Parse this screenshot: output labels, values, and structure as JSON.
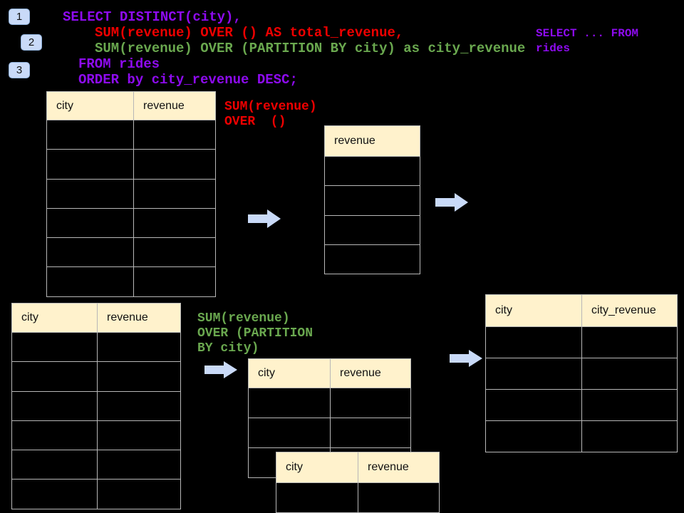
{
  "colors": {
    "canvas_bg": "#000000",
    "purple": "#8E0BF0",
    "red": "#EE0000",
    "green": "#6AA84F",
    "header_bg": "#FFF2CC",
    "line": "#B7B7B7",
    "arrow_fill": "#C9DAF8",
    "badge_bg": "#C9DAF8",
    "badge_border": "#8FB0DA",
    "text_dark": "#111111"
  },
  "steps": [
    {
      "label": "1"
    },
    {
      "label": "2"
    },
    {
      "label": "3"
    }
  ],
  "sql": {
    "line1": "SELECT DISTINCT(city),",
    "line2": "SUM(revenue) OVER () AS total_revenue,",
    "line3": "SUM(revenue) OVER (PARTITION BY city) as city_revenue",
    "line4": "FROM rides",
    "line5": "ORDER by city_revenue DESC;"
  },
  "note": {
    "line1": "SELECT ... FROM",
    "line2": "rides"
  },
  "labels": {
    "total": {
      "line1": "SUM(revenue)",
      "line2": "OVER  ()"
    },
    "partition": {
      "line1": "SUM(revenue)",
      "line2": "OVER (PARTITION",
      "line3": "BY city)"
    }
  },
  "tables": {
    "t1": {
      "columns": [
        "city",
        "revenue"
      ],
      "row_count": 6
    },
    "t2": {
      "columns": [
        "revenue"
      ],
      "row_count": 4
    },
    "t3": {
      "columns": [
        "city",
        "revenue"
      ],
      "row_count": 6
    },
    "t4": {
      "columns": [
        "city",
        "revenue"
      ],
      "row_count": 3
    },
    "t5": {
      "columns": [
        "city",
        "revenue"
      ],
      "row_count": 1
    },
    "t6": {
      "columns": [
        "city",
        "city_revenue"
      ],
      "row_count": 4
    }
  }
}
